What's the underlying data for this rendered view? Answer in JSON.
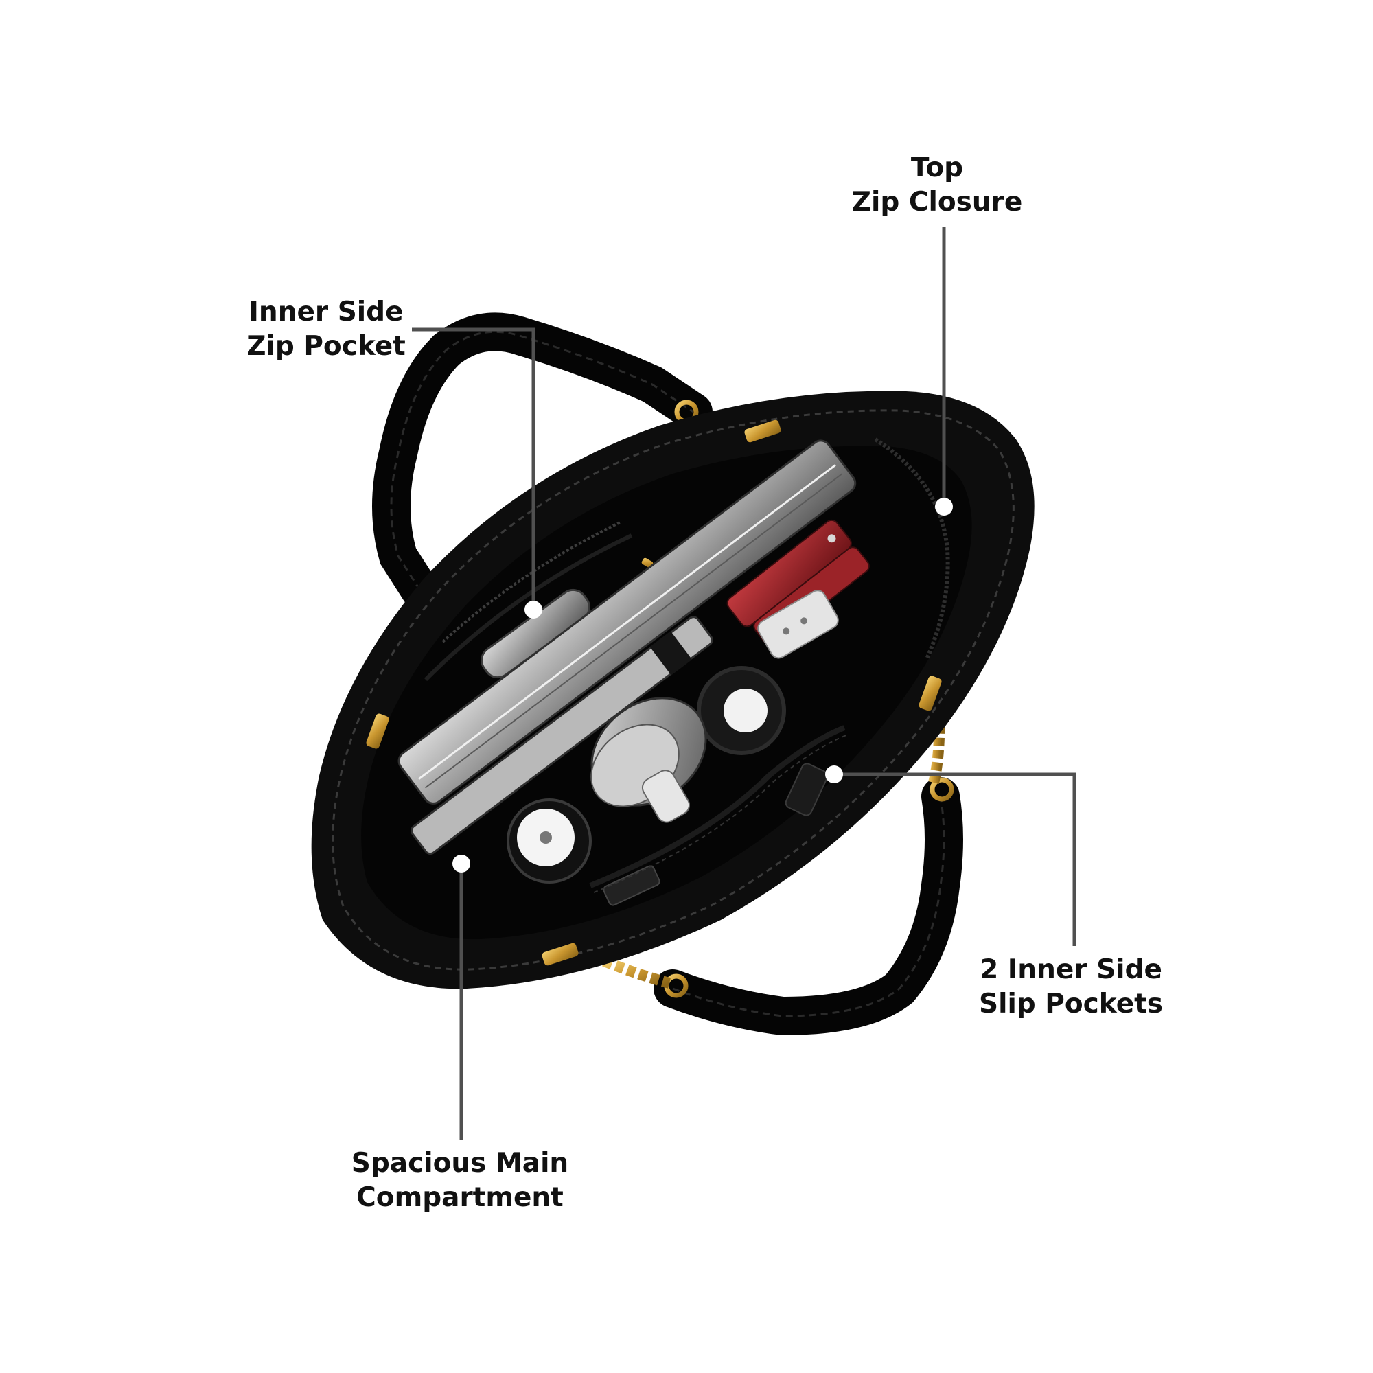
{
  "labels": {
    "top_zip_closure": {
      "line1": "Top",
      "line2": "Zip Closure"
    },
    "inner_side_zip_pocket": {
      "line1": "Inner Side",
      "line2": "Zip Pocket"
    },
    "inner_side_slip_pockets": {
      "line1": "2 Inner Side",
      "line2": "Slip Pockets"
    },
    "main_compartment": {
      "line1": "Spacious Main",
      "line2": "Compartment"
    }
  },
  "colors": {
    "background": "#ffffff",
    "bag": "#0d0d0d",
    "lining": "#050505",
    "hardware_gold": "#c9962f",
    "callout_line": "#505050",
    "marker": "#ffffff",
    "label_text": "#111111"
  }
}
